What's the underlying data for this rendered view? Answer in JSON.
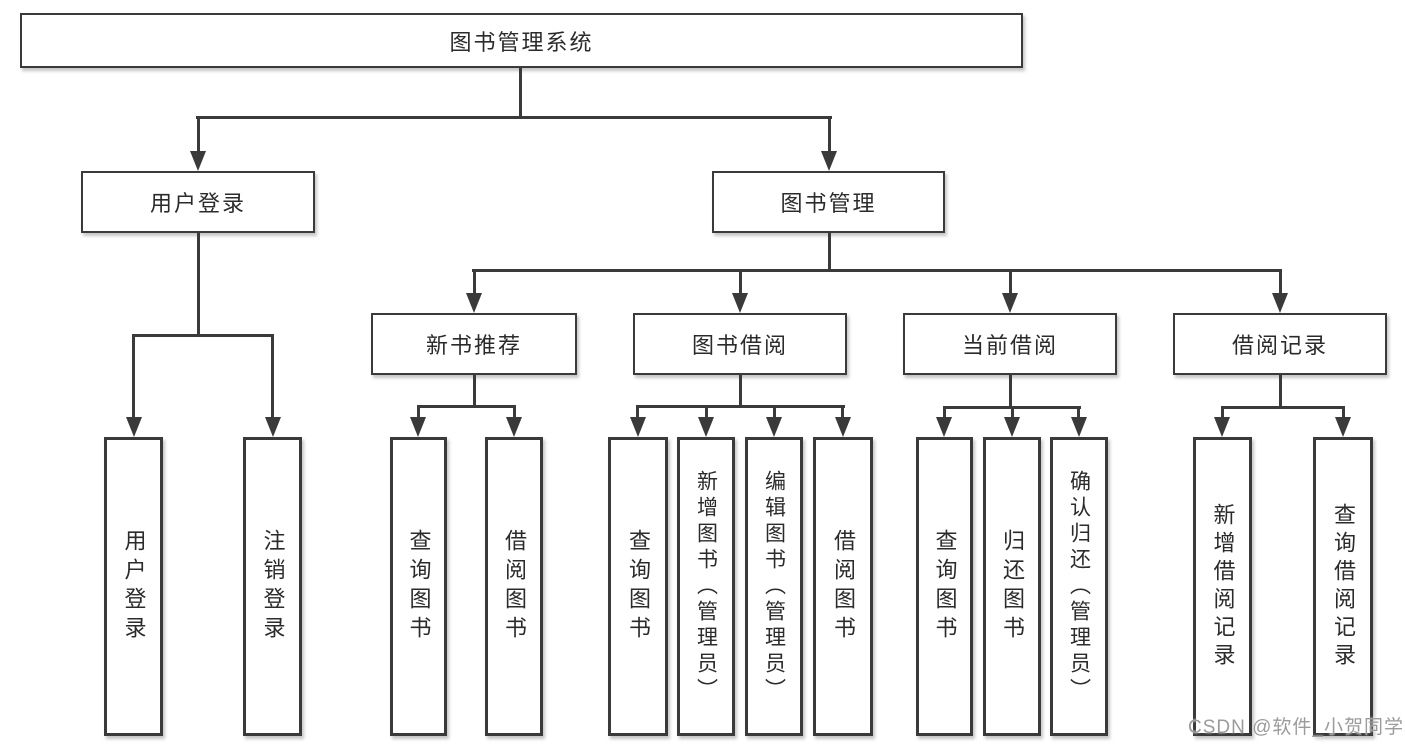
{
  "root": {
    "label": "图书管理系统"
  },
  "level2": {
    "user_login": "用户登录",
    "book_management": "图书管理"
  },
  "level3": {
    "new_book_recommend": "新书推荐",
    "book_borrow": "图书借阅",
    "current_borrow": "当前借阅",
    "borrow_records": "借阅记录"
  },
  "leaves": {
    "user_login": "用户登录",
    "logout_login": "注销登录",
    "nb_query_book": "查询图书",
    "nb_borrow_book": "借阅图书",
    "bb_query_book": "查询图书",
    "bb_add_book_admin": "新增图书（管理员）",
    "bb_edit_book_admin": "编辑图书（管理员）",
    "bb_borrow_book": "借阅图书",
    "cb_query_book": "查询图书",
    "cb_return_book": "归还图书",
    "cb_confirm_return_admin": "确认归还（管理员）",
    "rec_add_record": "新增借阅记录",
    "rec_query_record": "查询借阅记录"
  },
  "watermark": "CSDN @软件_小贺同学",
  "colors": {
    "line": "#3a3a3a",
    "text": "#2b2b2b",
    "watermark": "#9b9b9b",
    "background": "#ffffff"
  }
}
